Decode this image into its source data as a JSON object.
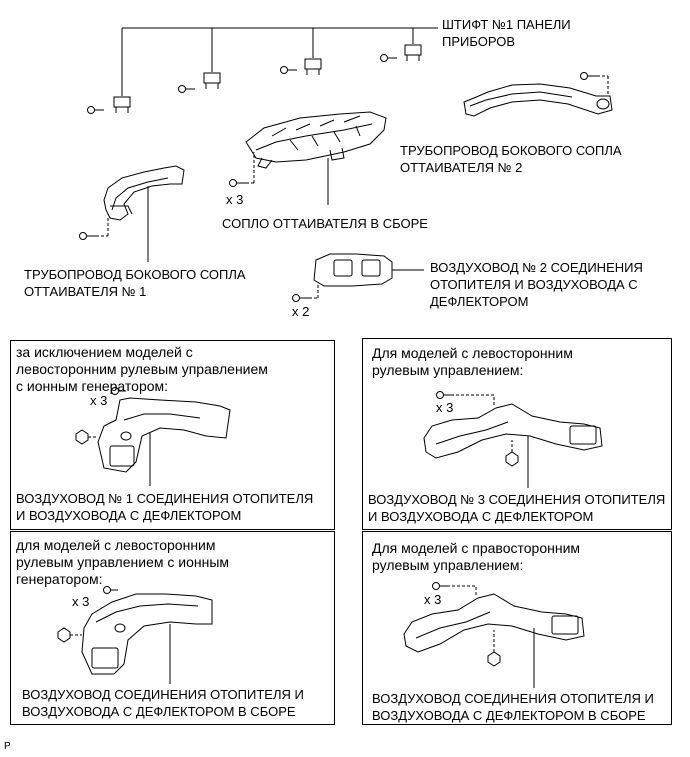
{
  "labels": {
    "pin": "ШТИФТ №1 ПАНЕЛИ\nПРИБОРОВ",
    "side_duct_2": "ТРУБОПРОВОД БОКОВОГО СОПЛА\nОТТАИВАТЕЛЯ № 2",
    "nozzle": "СОПЛО ОТТАИВАТЕЛЯ В СБОРЕ",
    "side_duct_1": "ТРУБОПРОВОД БОКОВОГО СОПЛА\nОТТАИВАТЕЛЯ № 1",
    "duct_2": "ВОЗДУХОВОД № 2 СОЕДИНЕНИЯ\nОТОПИТЕЛЯ И ВОЗДУХОВОДА С\nДЕФЛЕКТОРОМ",
    "x3_nozzle": "x 3",
    "x2_duct": "x 2"
  },
  "boxes": {
    "top_left": {
      "title": "за исключением моделей с\nлевосторонним рулевым управлением\nс ионным генератором:",
      "multiplier": "x 3",
      "caption": "ВОЗДУХОВОД № 1 СОЕДИНЕНИЯ ОТОПИТЕЛЯ\nИ ВОЗДУХОВОДА С ДЕФЛЕКТОРОМ"
    },
    "top_right": {
      "title": "Для моделей с левосторонним\nрулевым управлением:",
      "multiplier": "x 3",
      "caption": "ВОЗДУХОВОД № 3 СОЕДИНЕНИЯ ОТОПИТЕЛЯ\nИ ВОЗДУХОВОДА С ДЕФЛЕКТОРОМ"
    },
    "bottom_left": {
      "title": "для моделей с левосторонним\nрулевым управлением с ионным\nгенератором:",
      "multiplier": "x 3",
      "caption": "ВОЗДУХОВОД СОЕДИНЕНИЯ ОТОПИТЕЛЯ И\nВОЗДУХОВОДА С ДЕФЛЕКТОРОМ В СБОРЕ"
    },
    "bottom_right": {
      "title": "Для моделей с правосторонним\nрулевым управлением:",
      "multiplier": "x 3",
      "caption": "ВОЗДУХОВОД СОЕДИНЕНИЯ ОТОПИТЕЛЯ И\nВОЗДУХОВОДА С ДЕФЛЕКТОРОМ В СБОРЕ"
    }
  },
  "corner_mark": "P"
}
